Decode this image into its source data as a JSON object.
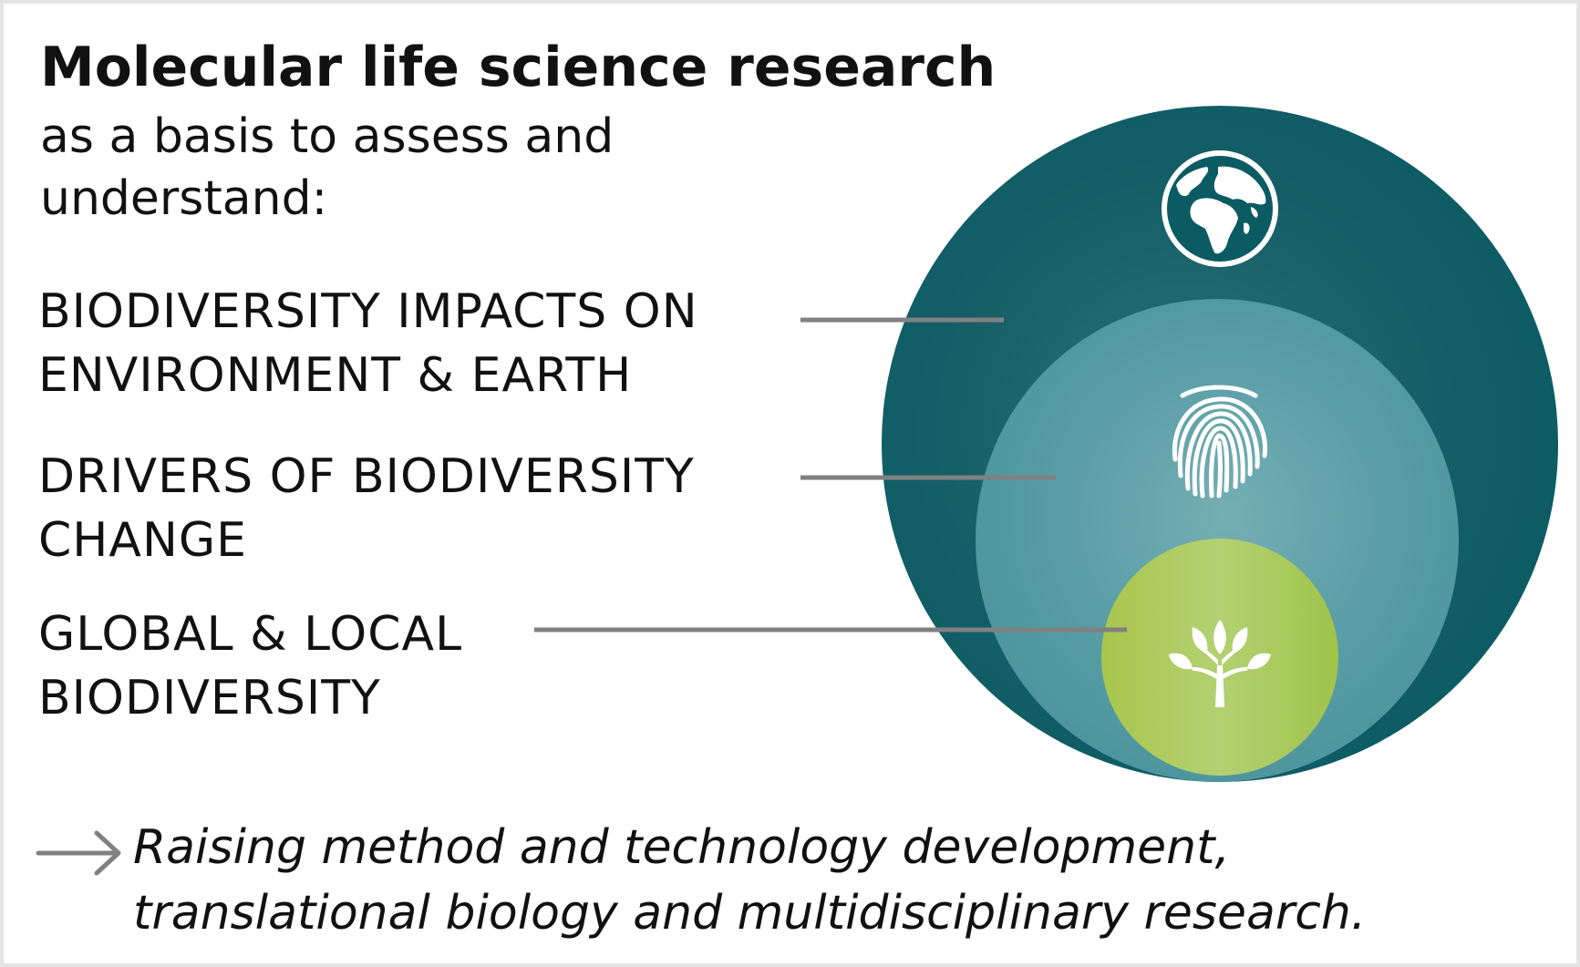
{
  "title": "Molecular life science research",
  "subtitle": {
    "line1": "as a basis to assess and",
    "line2": "understand:"
  },
  "levels": [
    {
      "line1": "BIODIVERSITY IMPACTS ON",
      "line2": "ENVIRONMENT & EARTH",
      "icon": "globe-icon",
      "color": "#0b5b63"
    },
    {
      "line1": "DRIVERS OF BIODIVERSITY",
      "line2": "CHANGE",
      "icon": "fingerprint-icon",
      "color": "#4f97a0"
    },
    {
      "line1": "GLOBAL & LOCAL",
      "line2": "BIODIVERSITY",
      "icon": "tree-icon",
      "color": "#a3c451"
    }
  ],
  "footer": {
    "icon": "arrow-right-icon",
    "line1": "Raising method and technology development,",
    "line2": "translational biology and multidisciplinary research."
  },
  "colors": {
    "connector": "#808080",
    "text": "#111111",
    "border": "#e4e4e4"
  }
}
